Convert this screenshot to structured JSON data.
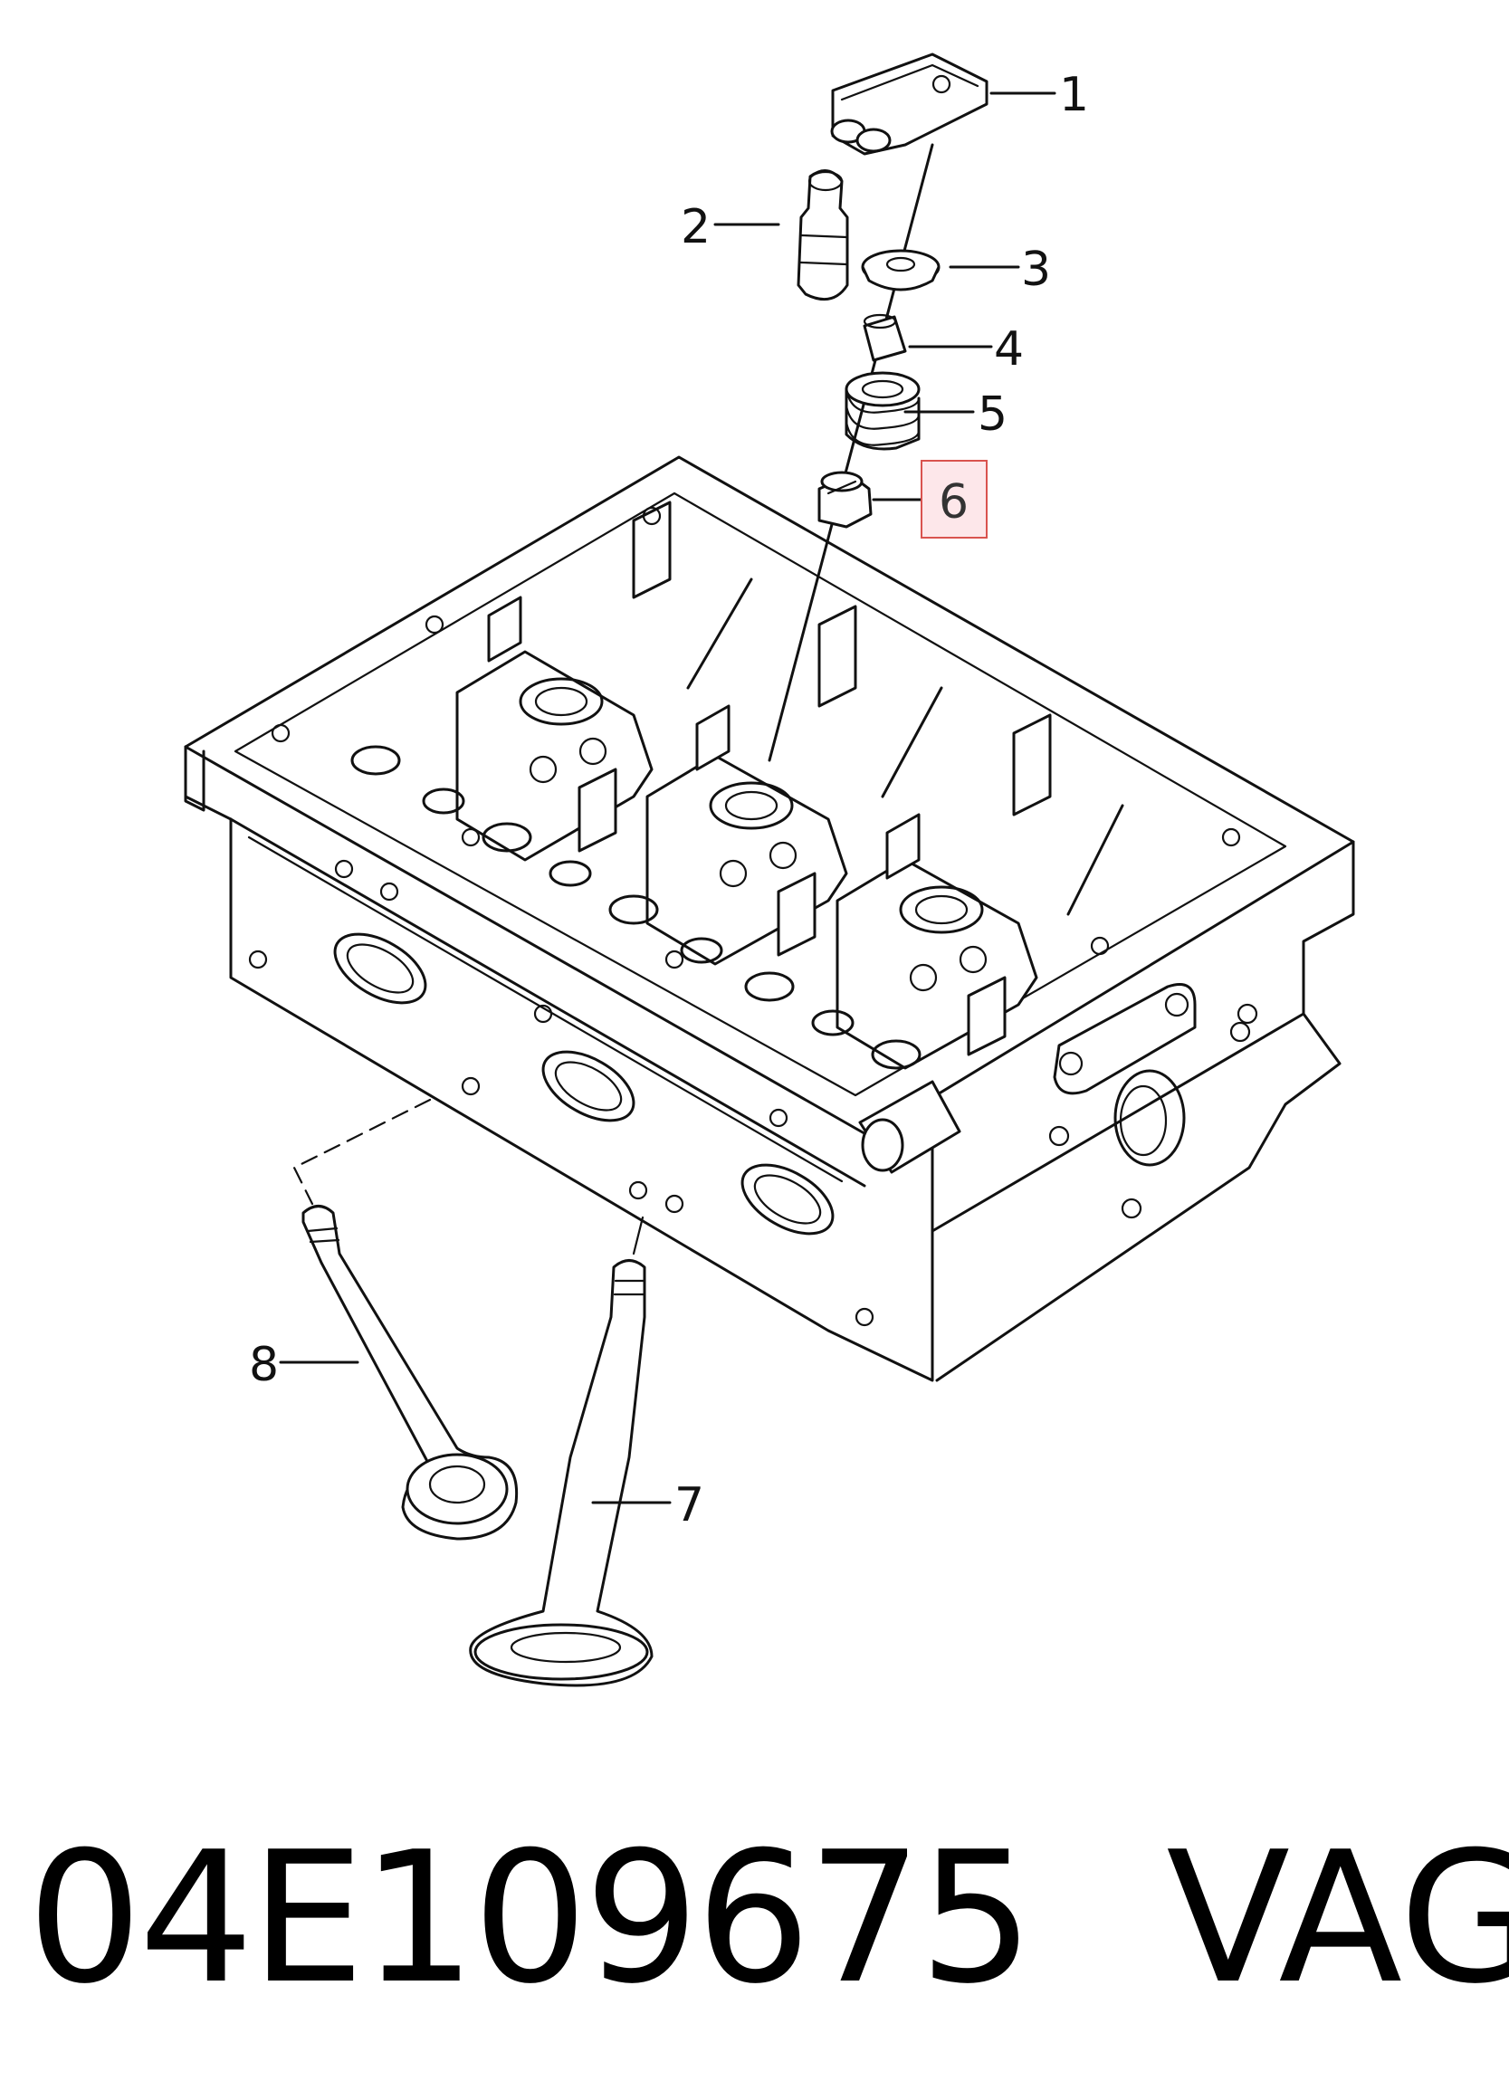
{
  "callouts": [
    {
      "id": "1",
      "label": "1"
    },
    {
      "id": "2",
      "label": "2"
    },
    {
      "id": "3",
      "label": "3"
    },
    {
      "id": "4",
      "label": "4"
    },
    {
      "id": "5",
      "label": "5"
    },
    {
      "id": "6",
      "label": "6",
      "highlighted": true
    },
    {
      "id": "7",
      "label": "7"
    },
    {
      "id": "8",
      "label": "8"
    }
  ],
  "footer": {
    "part_number": "04E109675",
    "brand": "VAG"
  },
  "colors": {
    "line": "#111111",
    "highlight_fill": "#fde7ea",
    "highlight_stroke": "#d9534f",
    "background": "#ffffff"
  }
}
